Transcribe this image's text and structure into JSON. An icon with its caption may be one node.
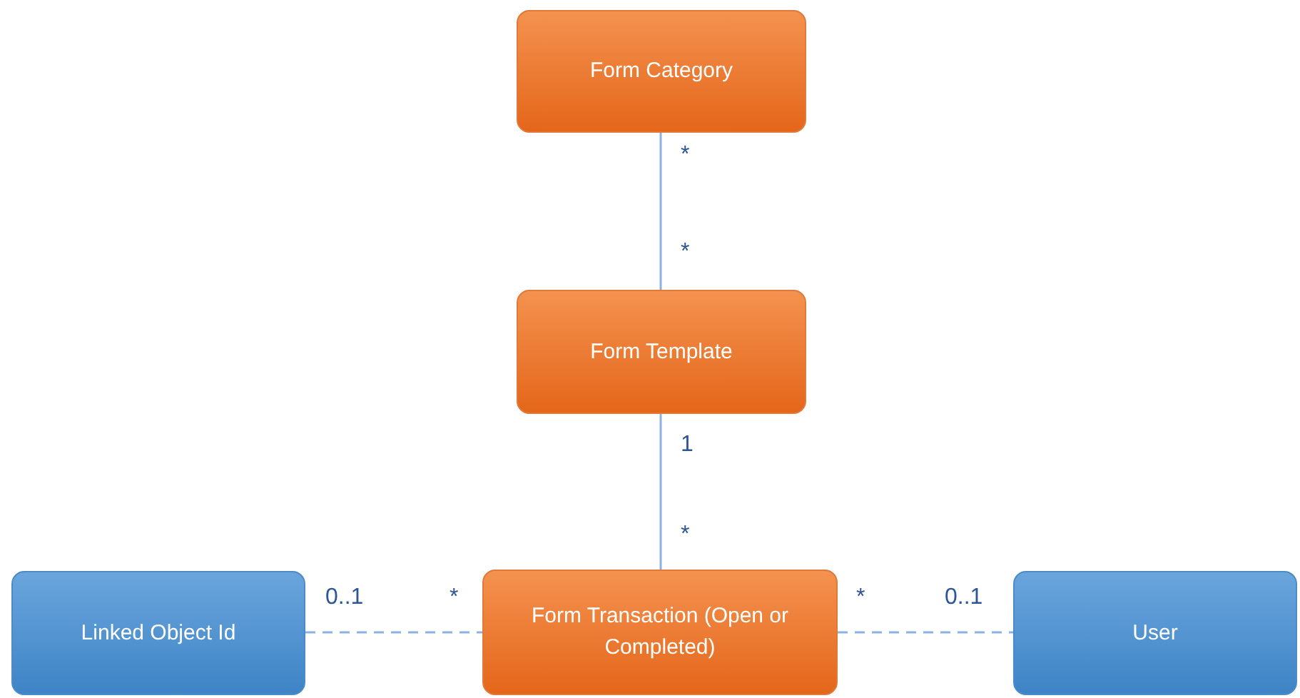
{
  "diagram": {
    "nodes": [
      {
        "text": [
          "Form Category"
        ]
      },
      {
        "text": [
          "Form Template"
        ]
      },
      {
        "text": [
          "Form Transaction (Open or Completed)"
        ]
      },
      {
        "text": [
          "Linked Object Id"
        ]
      },
      {
        "text": [
          "User"
        ]
      }
    ],
    "edges": [
      {
        "from": 0,
        "to": 1,
        "arrow": "none"
      },
      {
        "from": 1,
        "to": 2,
        "arrow": "none"
      },
      {
        "from": 3,
        "to": 2,
        "arrow": "none",
        "style": "dashed"
      },
      {
        "from": 2,
        "to": 4,
        "arrow": "none",
        "style": "dashed"
      }
    ],
    "labels": [
      "*",
      "*",
      "1",
      "*",
      "0..1",
      "*",
      "*",
      "0..1"
    ]
  }
}
